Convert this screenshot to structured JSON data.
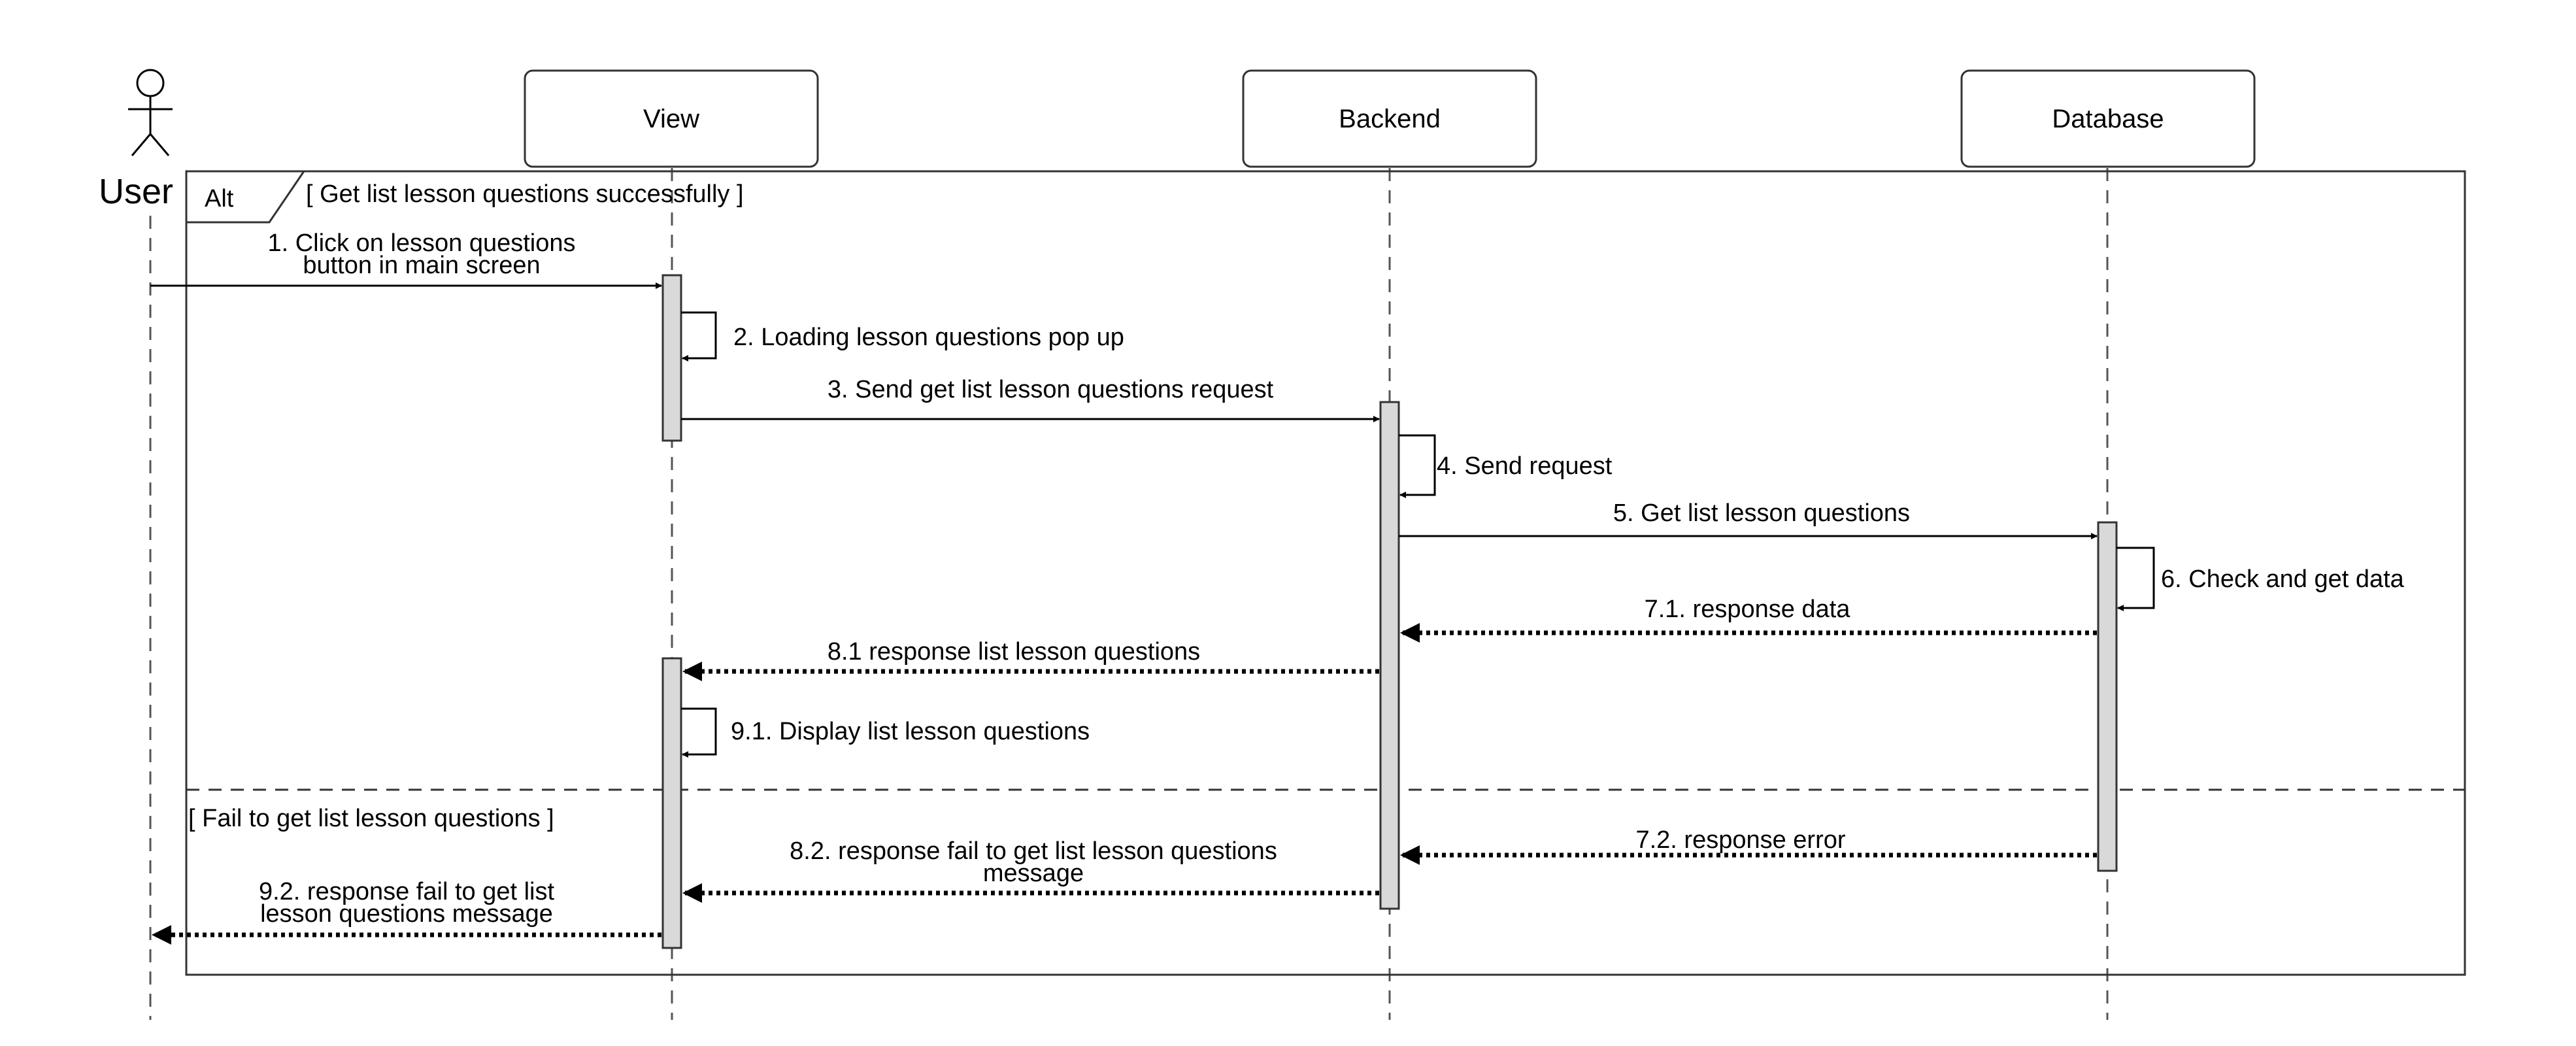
{
  "participants": {
    "user": "User",
    "view": "View",
    "backend": "Backend",
    "database": "Database"
  },
  "fragment": {
    "operator": "Alt",
    "guard_success": "[ Get list lesson questions successfully ]",
    "guard_fail": "[ Fail to get list lesson questions ]"
  },
  "messages": {
    "m1_line1": "1. Click on lesson questions",
    "m1_line2": "button in main screen",
    "m2": "2. Loading lesson questions pop up",
    "m3": "3. Send get list lesson questions request",
    "m4": "4. Send request",
    "m5": "5. Get list lesson questions",
    "m6": "6. Check and get data",
    "m7_1": "7.1. response data",
    "m8_1": "8.1 response list lesson questions",
    "m9_1": "9.1. Display list lesson questions",
    "m7_2": "7.2. response error",
    "m8_2_line1": "8.2. response fail to get list lesson questions",
    "m8_2_line2": "message",
    "m9_2_line1": "9.2. response fail to get list",
    "m9_2_line2": "lesson questions message"
  }
}
